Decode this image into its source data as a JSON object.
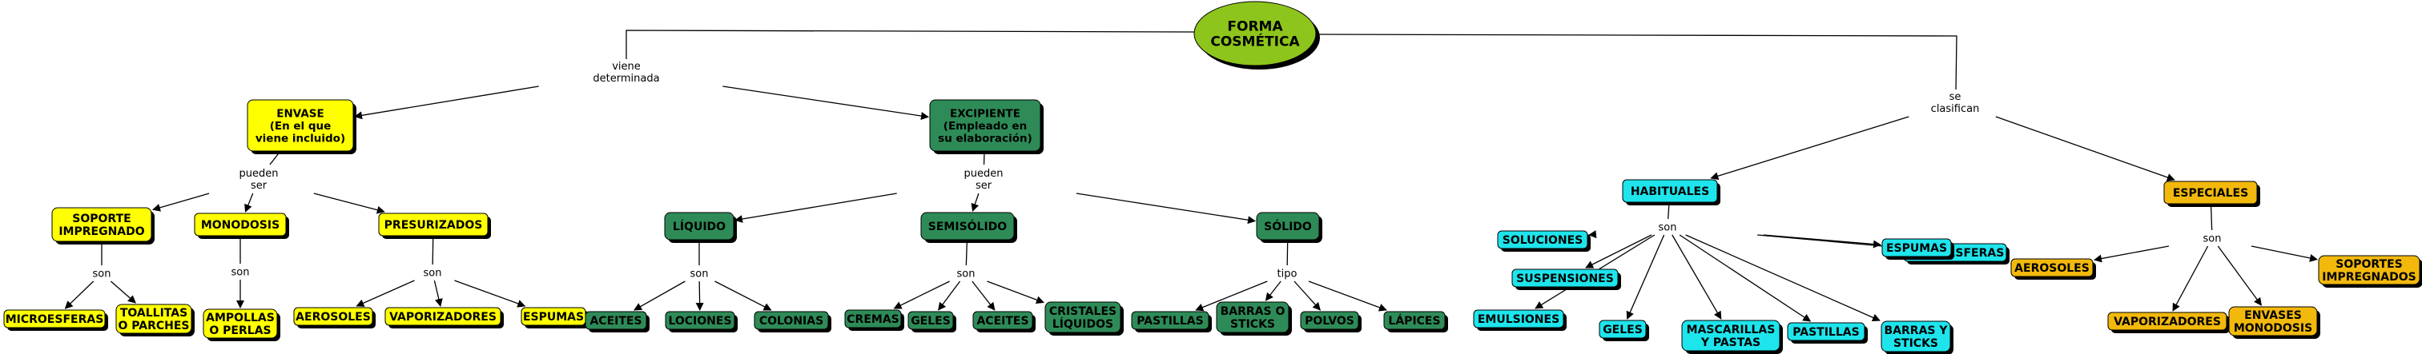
{
  "colors": {
    "root": "#8dc51c",
    "yellow": "#ffff00",
    "green": "#2e8b57",
    "cyan": "#1ee4ec",
    "orange": "#f2b90c",
    "shadow": "#000000",
    "line": "#000000"
  },
  "nodes": {
    "root": [
      "FORMA",
      "COSMÉTICA"
    ],
    "envase": [
      "ENVASE",
      "(En el que",
      "viene incluido)"
    ],
    "excipiente": [
      "EXCIPIENTE",
      "(Empleado en",
      "su elaboración)"
    ],
    "soporte": [
      "SOPORTE",
      "IMPREGNADO"
    ],
    "monodosis": [
      "MONODOSIS"
    ],
    "presurizados": [
      "PRESURIZADOS"
    ],
    "microesferas1": [
      "MICROESFERAS"
    ],
    "toallitas": [
      "TOALLITAS",
      "O PARCHES"
    ],
    "ampollas": [
      "AMPOLLAS",
      "O PERLAS"
    ],
    "aerosoles1": [
      "AEROSOLES"
    ],
    "vaporizadores1": [
      "VAPORIZADORES"
    ],
    "espumas1": [
      "ESPUMAS"
    ],
    "liquido": [
      "LÍQUIDO"
    ],
    "semisolido": [
      "SEMISÓLIDO"
    ],
    "solido": [
      "SÓLIDO"
    ],
    "aceites1": [
      "ACEITES"
    ],
    "lociones": [
      "LOCIONES"
    ],
    "colonias": [
      "COLONIAS"
    ],
    "cremas": [
      "CREMAS"
    ],
    "geles1": [
      "GELES"
    ],
    "aceites2": [
      "ACEITES"
    ],
    "cristales": [
      "CRISTALES",
      "LÍQUIDOS"
    ],
    "pastillas1": [
      "PASTILLAS"
    ],
    "barras1": [
      "BARRAS O",
      "STICKS"
    ],
    "polvos": [
      "POLVOS"
    ],
    "lapices": [
      "LÁPICES"
    ],
    "habituales": [
      "HABITUALES"
    ],
    "especiales": [
      "ESPECIALES"
    ],
    "soluciones": [
      "SOLUCIONES"
    ],
    "suspensiones": [
      "SUSPENSIONES"
    ],
    "emulsiones": [
      "EMULSIONES"
    ],
    "geles2": [
      "GELES"
    ],
    "mascarillas": [
      "MASCARILLAS",
      "Y PASTAS"
    ],
    "pastillas2": [
      "PASTILLAS"
    ],
    "barras2": [
      "BARRAS Y",
      "STICKS"
    ],
    "microesferas2": [
      "MICROESFERAS"
    ],
    "espumas2": [
      "ESPUMAS"
    ],
    "aerosoles2": [
      "AEROSOLES"
    ],
    "vaporizadores2": [
      "VAPORIZADORES"
    ],
    "envases_monodosis": [
      "ENVASES",
      "MONODOSIS"
    ],
    "soportes_impregnados": [
      "SOPORTES",
      "IMPREGNADOS"
    ]
  },
  "link_labels": {
    "viene_determinada": [
      "viene",
      "determinada"
    ],
    "se_clasifican": [
      "se",
      "clasifican"
    ],
    "envase_pueden_ser": [
      "pueden",
      "ser"
    ],
    "excipiente_pueden_ser": [
      "pueden",
      "ser"
    ],
    "soporte_son": [
      "son"
    ],
    "monodosis_son": [
      "son"
    ],
    "presurizados_son": [
      "son"
    ],
    "liquido_son": [
      "son"
    ],
    "semisolido_son": [
      "son"
    ],
    "solido_tipo": [
      "tipo"
    ],
    "habituales_son": [
      "son"
    ],
    "especiales_son": [
      "son"
    ]
  }
}
